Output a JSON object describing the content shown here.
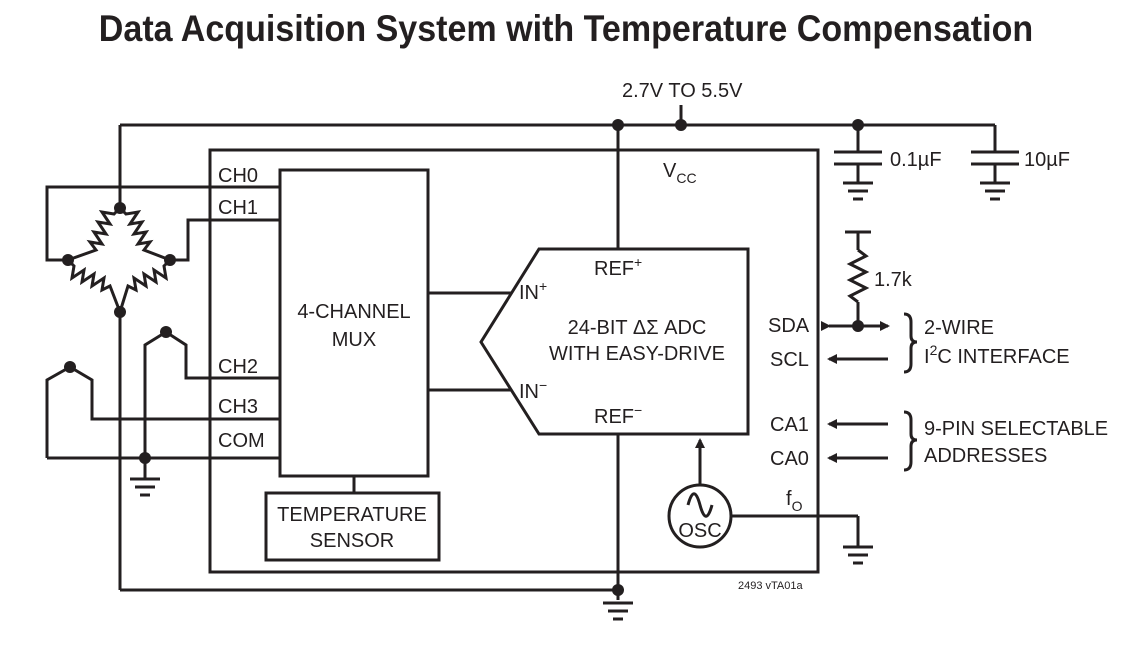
{
  "title": "Data Acquisition System with Temperature Compensation",
  "supply_label": "2.7V TO 5.5V",
  "vcc": {
    "main": "V",
    "sub": "CC"
  },
  "channels": {
    "ch0": "CH0",
    "ch1": "CH1",
    "ch2": "CH2",
    "ch3": "CH3",
    "com": "COM"
  },
  "mux": {
    "line1": "4-CHANNEL",
    "line2": "MUX"
  },
  "temp_sensor": {
    "line1": "TEMPERATURE",
    "line2": "SENSOR"
  },
  "adc": {
    "line1": "24-BIT ΔΣ ADC",
    "line2": "WITH EASY-DRIVE",
    "in_plus": {
      "main": "IN",
      "sup": "+"
    },
    "in_minus": {
      "main": "IN",
      "sup": "−"
    },
    "ref_plus": {
      "main": "REF",
      "sup": "+"
    },
    "ref_minus": {
      "main": "REF",
      "sup": "−"
    }
  },
  "osc": "OSC",
  "pins": {
    "sda": "SDA",
    "scl": "SCL",
    "ca1": "CA1",
    "ca0": "CA0",
    "fo": {
      "main": "f",
      "sub": "O"
    }
  },
  "caps": {
    "c1": "0.1µF",
    "c2": "10µF"
  },
  "resistor": "1.7k",
  "i2c": {
    "line1": "2-WIRE",
    "line2_pre": "I",
    "line2_sup": "2",
    "line2_post": "C INTERFACE"
  },
  "address": {
    "line1": "9-PIN SELECTABLE",
    "line2": "ADDRESSES"
  },
  "figure_id": "2493 vTA01a"
}
